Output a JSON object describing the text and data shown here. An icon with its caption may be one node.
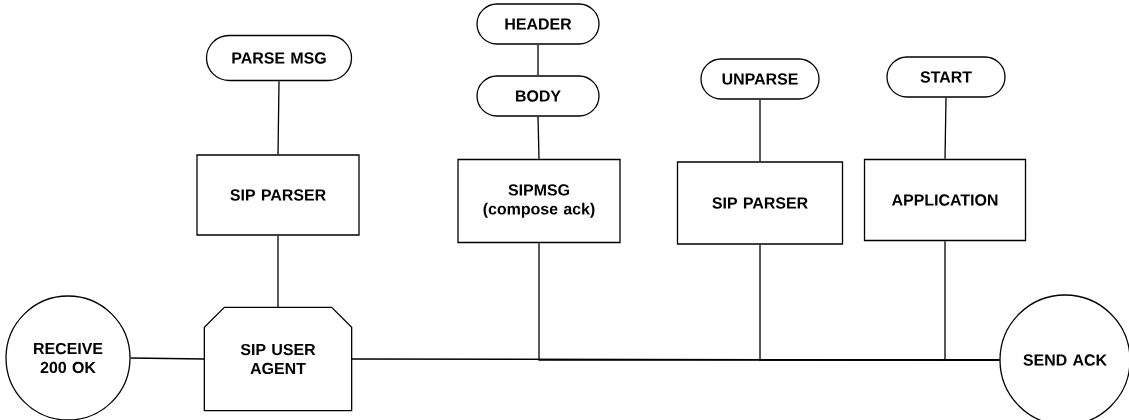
{
  "diagram": {
    "nodes": [
      {
        "text": [
          "PARSE MSG"
        ]
      },
      {
        "text": [
          "HEADER"
        ]
      },
      {
        "text": [
          "BODY"
        ]
      },
      {
        "text": [
          "UNPARSE"
        ]
      },
      {
        "text": [
          "START"
        ]
      },
      {
        "text": [
          "SIP PARSER"
        ]
      },
      {
        "text": [
          "SIPMSG (compose ack)"
        ]
      },
      {
        "text": [
          "SIP PARSER"
        ]
      },
      {
        "text": [
          "APPLICATION"
        ]
      },
      {
        "text": [
          "RECEIVE 200 OK"
        ]
      },
      {
        "text": [
          "SIP USER AGENT"
        ]
      },
      {
        "text": [
          "SEND ACK"
        ]
      }
    ],
    "edges": [
      {
        "from": 0,
        "to": 5,
        "arrow": "none"
      },
      {
        "from": 1,
        "to": 2,
        "arrow": "none"
      },
      {
        "from": 2,
        "to": 6,
        "arrow": "none"
      },
      {
        "from": 3,
        "to": 7,
        "arrow": "none"
      },
      {
        "from": 4,
        "to": 8,
        "arrow": "none"
      },
      {
        "from": 5,
        "to": 10,
        "arrow": "none"
      },
      {
        "from": 9,
        "to": 10,
        "arrow": "none"
      },
      {
        "from": 10,
        "to": 11,
        "arrow": "none"
      },
      {
        "from": 6,
        "to": 11,
        "arrow": "none"
      },
      {
        "from": 7,
        "to": 11,
        "arrow": "none"
      },
      {
        "from": 8,
        "to": 11,
        "arrow": "none"
      }
    ]
  }
}
